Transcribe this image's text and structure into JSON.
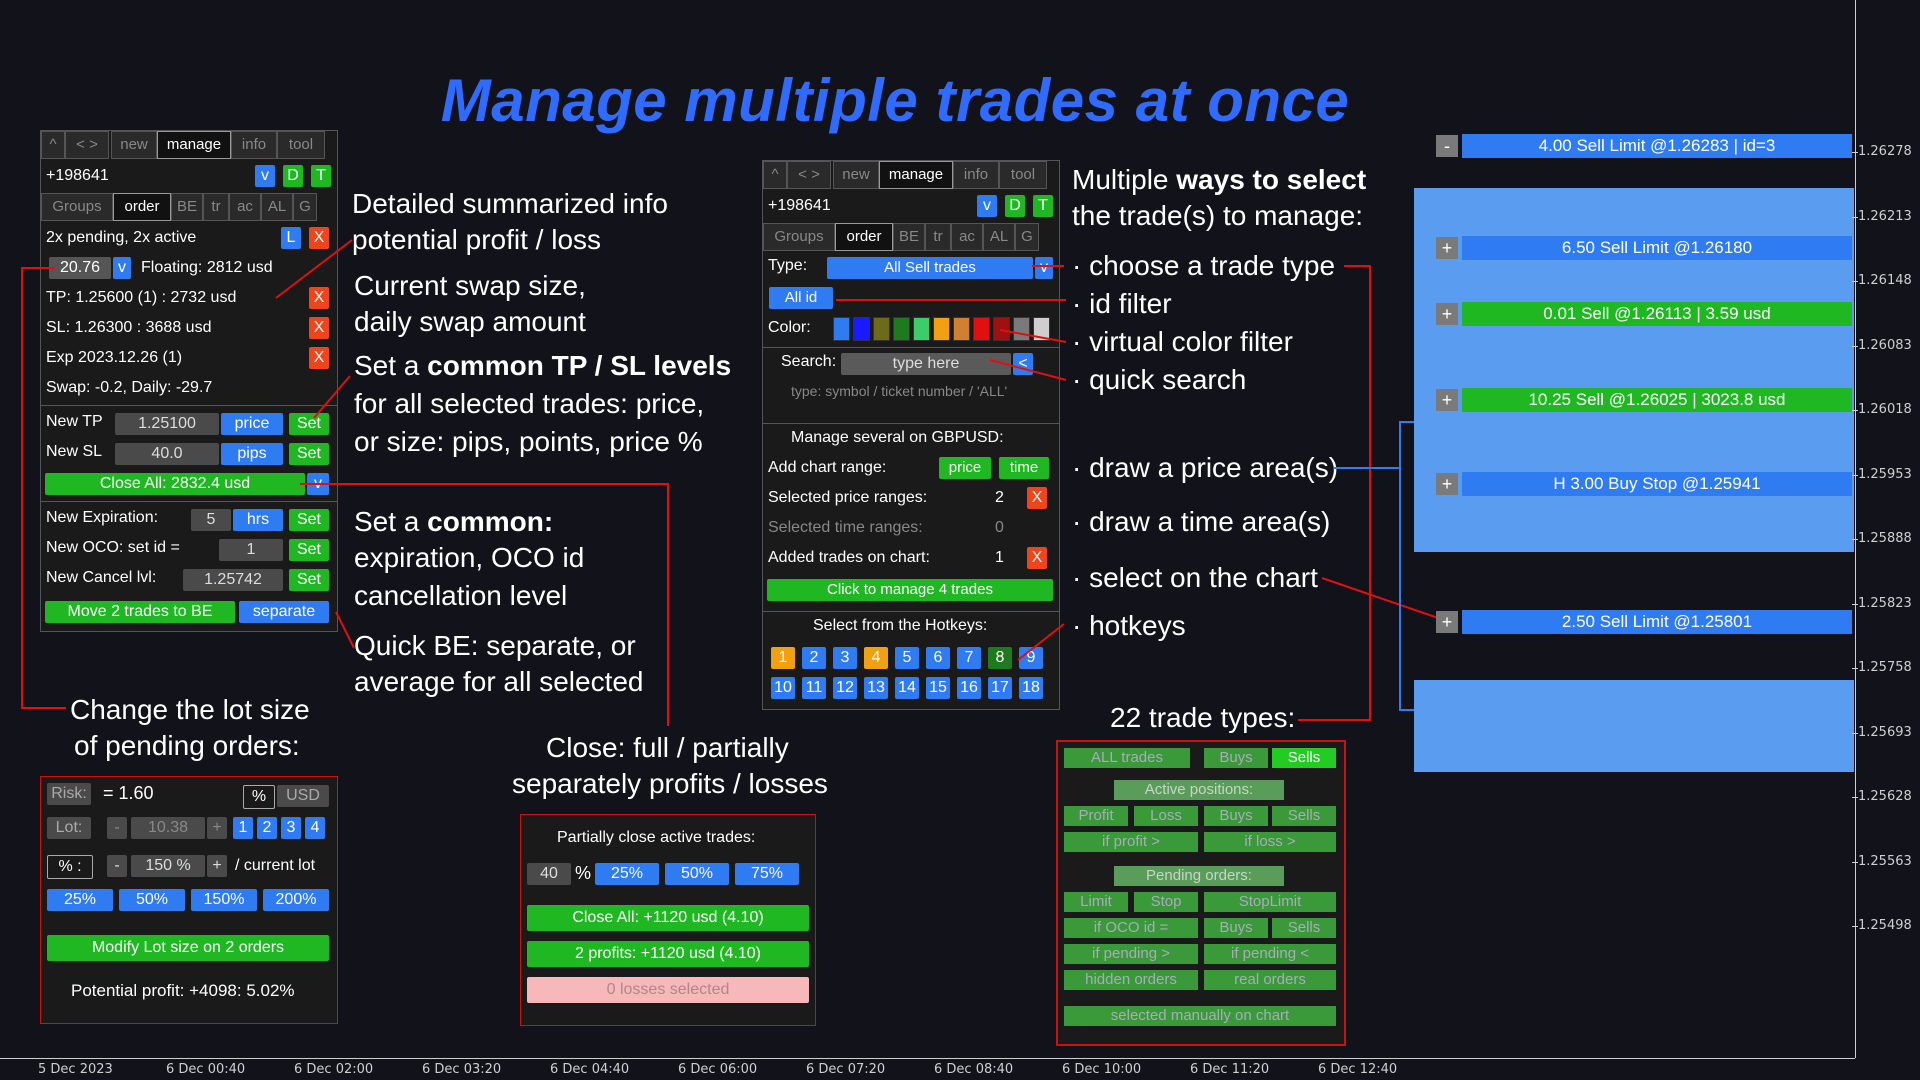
{
  "title": "Manage multiple trades at once",
  "panelA": {
    "tabs": [
      "^",
      "< >",
      "new",
      "manage",
      "info",
      "tool"
    ],
    "account": "+198641",
    "vdt": [
      "v",
      "D",
      "T"
    ],
    "subtabs": [
      "Groups",
      "order",
      "BE",
      "tr",
      "ac",
      "AL",
      "G"
    ],
    "status": "2x pending, 2x active",
    "L": "L",
    "X": "X",
    "swap_val": "20.76",
    "swap_v": "v",
    "floating": "Floating: 2812 usd",
    "tp": "TP:   1.25600 (1) : 2732 usd",
    "sl": "SL:   1.26300 : 3688 usd",
    "exp": "Exp   2023.12.26 (1)",
    "swap": "Swap: -0.2,  Daily: -29.7",
    "newtp_lbl": "New TP",
    "newtp_val": "1.25100",
    "newtp_unit": "price",
    "set": "Set",
    "newsl_lbl": "New SL",
    "newsl_val": "40.0",
    "newsl_unit": "pips",
    "closeall": "Close All: 2832.4 usd",
    "newexp_lbl": "New Expiration:",
    "newexp_val": "5",
    "newexp_unit": "hrs",
    "newoco_lbl": "New OCO: set id =",
    "newoco_val": "1",
    "newcancel_lbl": "New Cancel lvl:",
    "newcancel_val": "1.25742",
    "move": "Move 2 trades to BE",
    "separate": "separate"
  },
  "panelB": {
    "account": "+198641",
    "type_lbl": "Type:",
    "type_val": "All Sell trades",
    "type_v": "v",
    "allid": "All id",
    "color_lbl": "Color:",
    "colors": [
      "#2f7bf2",
      "#1a1aff",
      "#6b6b1a",
      "#1f7a1f",
      "#3dcc6a",
      "#f0a010",
      "#d08030",
      "#e01010",
      "#a01010",
      "#7a7a7a",
      "#cfcfcf"
    ],
    "search_lbl": "Search:",
    "search_val": "type here",
    "search_btn": "<",
    "search_hint": "type: symbol / ticket number / 'ALL'",
    "manage_several": "Manage several on GBPUSD:",
    "add_range": "Add chart range:",
    "price": "price",
    "time": "time",
    "sel_price": "Selected price ranges:",
    "sel_price_n": "2",
    "sel_time": "Selected time ranges:",
    "sel_time_n": "0",
    "added": "Added trades on chart:",
    "added_n": "1",
    "click_manage": "Click to manage 4 trades",
    "hotkeys_lbl": "Select from the Hotkeys:",
    "hotkeys1": [
      "1",
      "2",
      "3",
      "4",
      "5",
      "6",
      "7",
      "8",
      "9"
    ],
    "hotkeys2": [
      "10",
      "11",
      "12",
      "13",
      "14",
      "15",
      "16",
      "17",
      "18"
    ]
  },
  "annotations": {
    "a1": "Detailed summarized info",
    "a2": "potential profit / loss",
    "a3": "Current swap size,",
    "a4": "daily swap amount",
    "a5a": "Set a ",
    "a5b": "common TP / SL levels",
    "a6": "for all selected trades: price,",
    "a7": "or size: pips, points, price %",
    "a8a": "Set a ",
    "a8b": "common:",
    "a9": "expiration, OCO id",
    "a10": "cancellation level",
    "a11": "Quick BE: separate, or",
    "a12": "average for all selected",
    "a13": "Change the lot size",
    "a14": "of pending orders:",
    "a15": "Close: full / partially",
    "a16": "separately profits / losses",
    "m1a": "Multiple ",
    "m1b": "ways to select",
    "m2": "the trade(s) to manage:",
    "m3": "· choose a trade type",
    "m4": "· id filter",
    "m5": "· virtual color filter",
    "m6": "· quick search",
    "m7": "· draw a price area(s)",
    "m8": "· draw a time area(s)",
    "m9": "· select on the chart",
    "m10": "· hotkeys",
    "m11": "22 trade types:"
  },
  "risk": {
    "risk_lbl": "Risk:",
    "risk_val": "= 1.60",
    "pct": "%",
    "usd": "USD",
    "lot_lbl": "Lot:",
    "lot_minus": "-",
    "lot_val": "10.38",
    "lot_plus": "+",
    "lot_nums": [
      "1",
      "2",
      "3",
      "4"
    ],
    "pct_lbl": "% :",
    "pct_minus": "-",
    "pct_val": "150 %",
    "pct_plus": "+",
    "pct_suffix": "/ current lot",
    "presets": [
      "25%",
      "50%",
      "150%",
      "200%"
    ],
    "modify": "Modify Lot size on 2 orders",
    "potential": "Potential profit: +4098: 5.02%"
  },
  "partial": {
    "title": "Partially close active trades:",
    "val": "40",
    "pct": "%",
    "presets": [
      "25%",
      "50%",
      "75%"
    ],
    "closeall": "Close All: +1120 usd (4.10)",
    "profits": "2 profits: +1120 usd (4.10)",
    "losses": "0 losses selected"
  },
  "tradetypes": {
    "r1": [
      "ALL trades",
      "Buys",
      "Sells"
    ],
    "active": "Active positions:",
    "r2": [
      "Profit",
      "Loss",
      "Buys",
      "Sells"
    ],
    "r3": [
      "if profit >",
      "if loss >"
    ],
    "pending": "Pending orders:",
    "r4": [
      "Limit",
      "Stop",
      "StopLimit"
    ],
    "r5": [
      "if OCO id =",
      "Buys",
      "Sells"
    ],
    "r6": [
      "if pending >",
      "if pending <"
    ],
    "r7": [
      "hidden orders",
      "real orders"
    ],
    "manual": "selected manually on chart"
  },
  "chart": {
    "lines": [
      {
        "sign": "-",
        "label": "4.00 Sell Limit @1.26283 | id=3",
        "color": "#2f7bf2"
      },
      {
        "sign": "+",
        "label": "6.50 Sell Limit @1.26180",
        "color": "#2f7bf2"
      },
      {
        "sign": "+",
        "label": "0.01 Sell @1.26113 | 3.59 usd",
        "color": "#1fb822"
      },
      {
        "sign": "+",
        "label": "10.25 Sell @1.26025 | 3023.8 usd",
        "color": "#1fb822"
      },
      {
        "sign": "+",
        "label": "H 3.00 Buy Stop @1.25941",
        "color": "#2f7bf2"
      },
      {
        "sign": "+",
        "label": "2.50 Sell Limit @1.25801",
        "color": "#2f7bf2"
      }
    ],
    "prices": [
      "1.26278",
      "1.26213",
      "1.26148",
      "1.26083",
      "1.26018",
      "1.25953",
      "1.25888",
      "1.25823",
      "1.25758",
      "1.25693",
      "1.25628",
      "1.25563",
      "1.25498"
    ],
    "times": [
      "5 Dec 2023",
      "6 Dec 00:40",
      "6 Dec 02:00",
      "6 Dec 03:20",
      "6 Dec 04:40",
      "6 Dec 06:00",
      "6 Dec 07:20",
      "6 Dec 08:40",
      "6 Dec 10:00",
      "6 Dec 11:20",
      "6 Dec 12:40"
    ]
  }
}
